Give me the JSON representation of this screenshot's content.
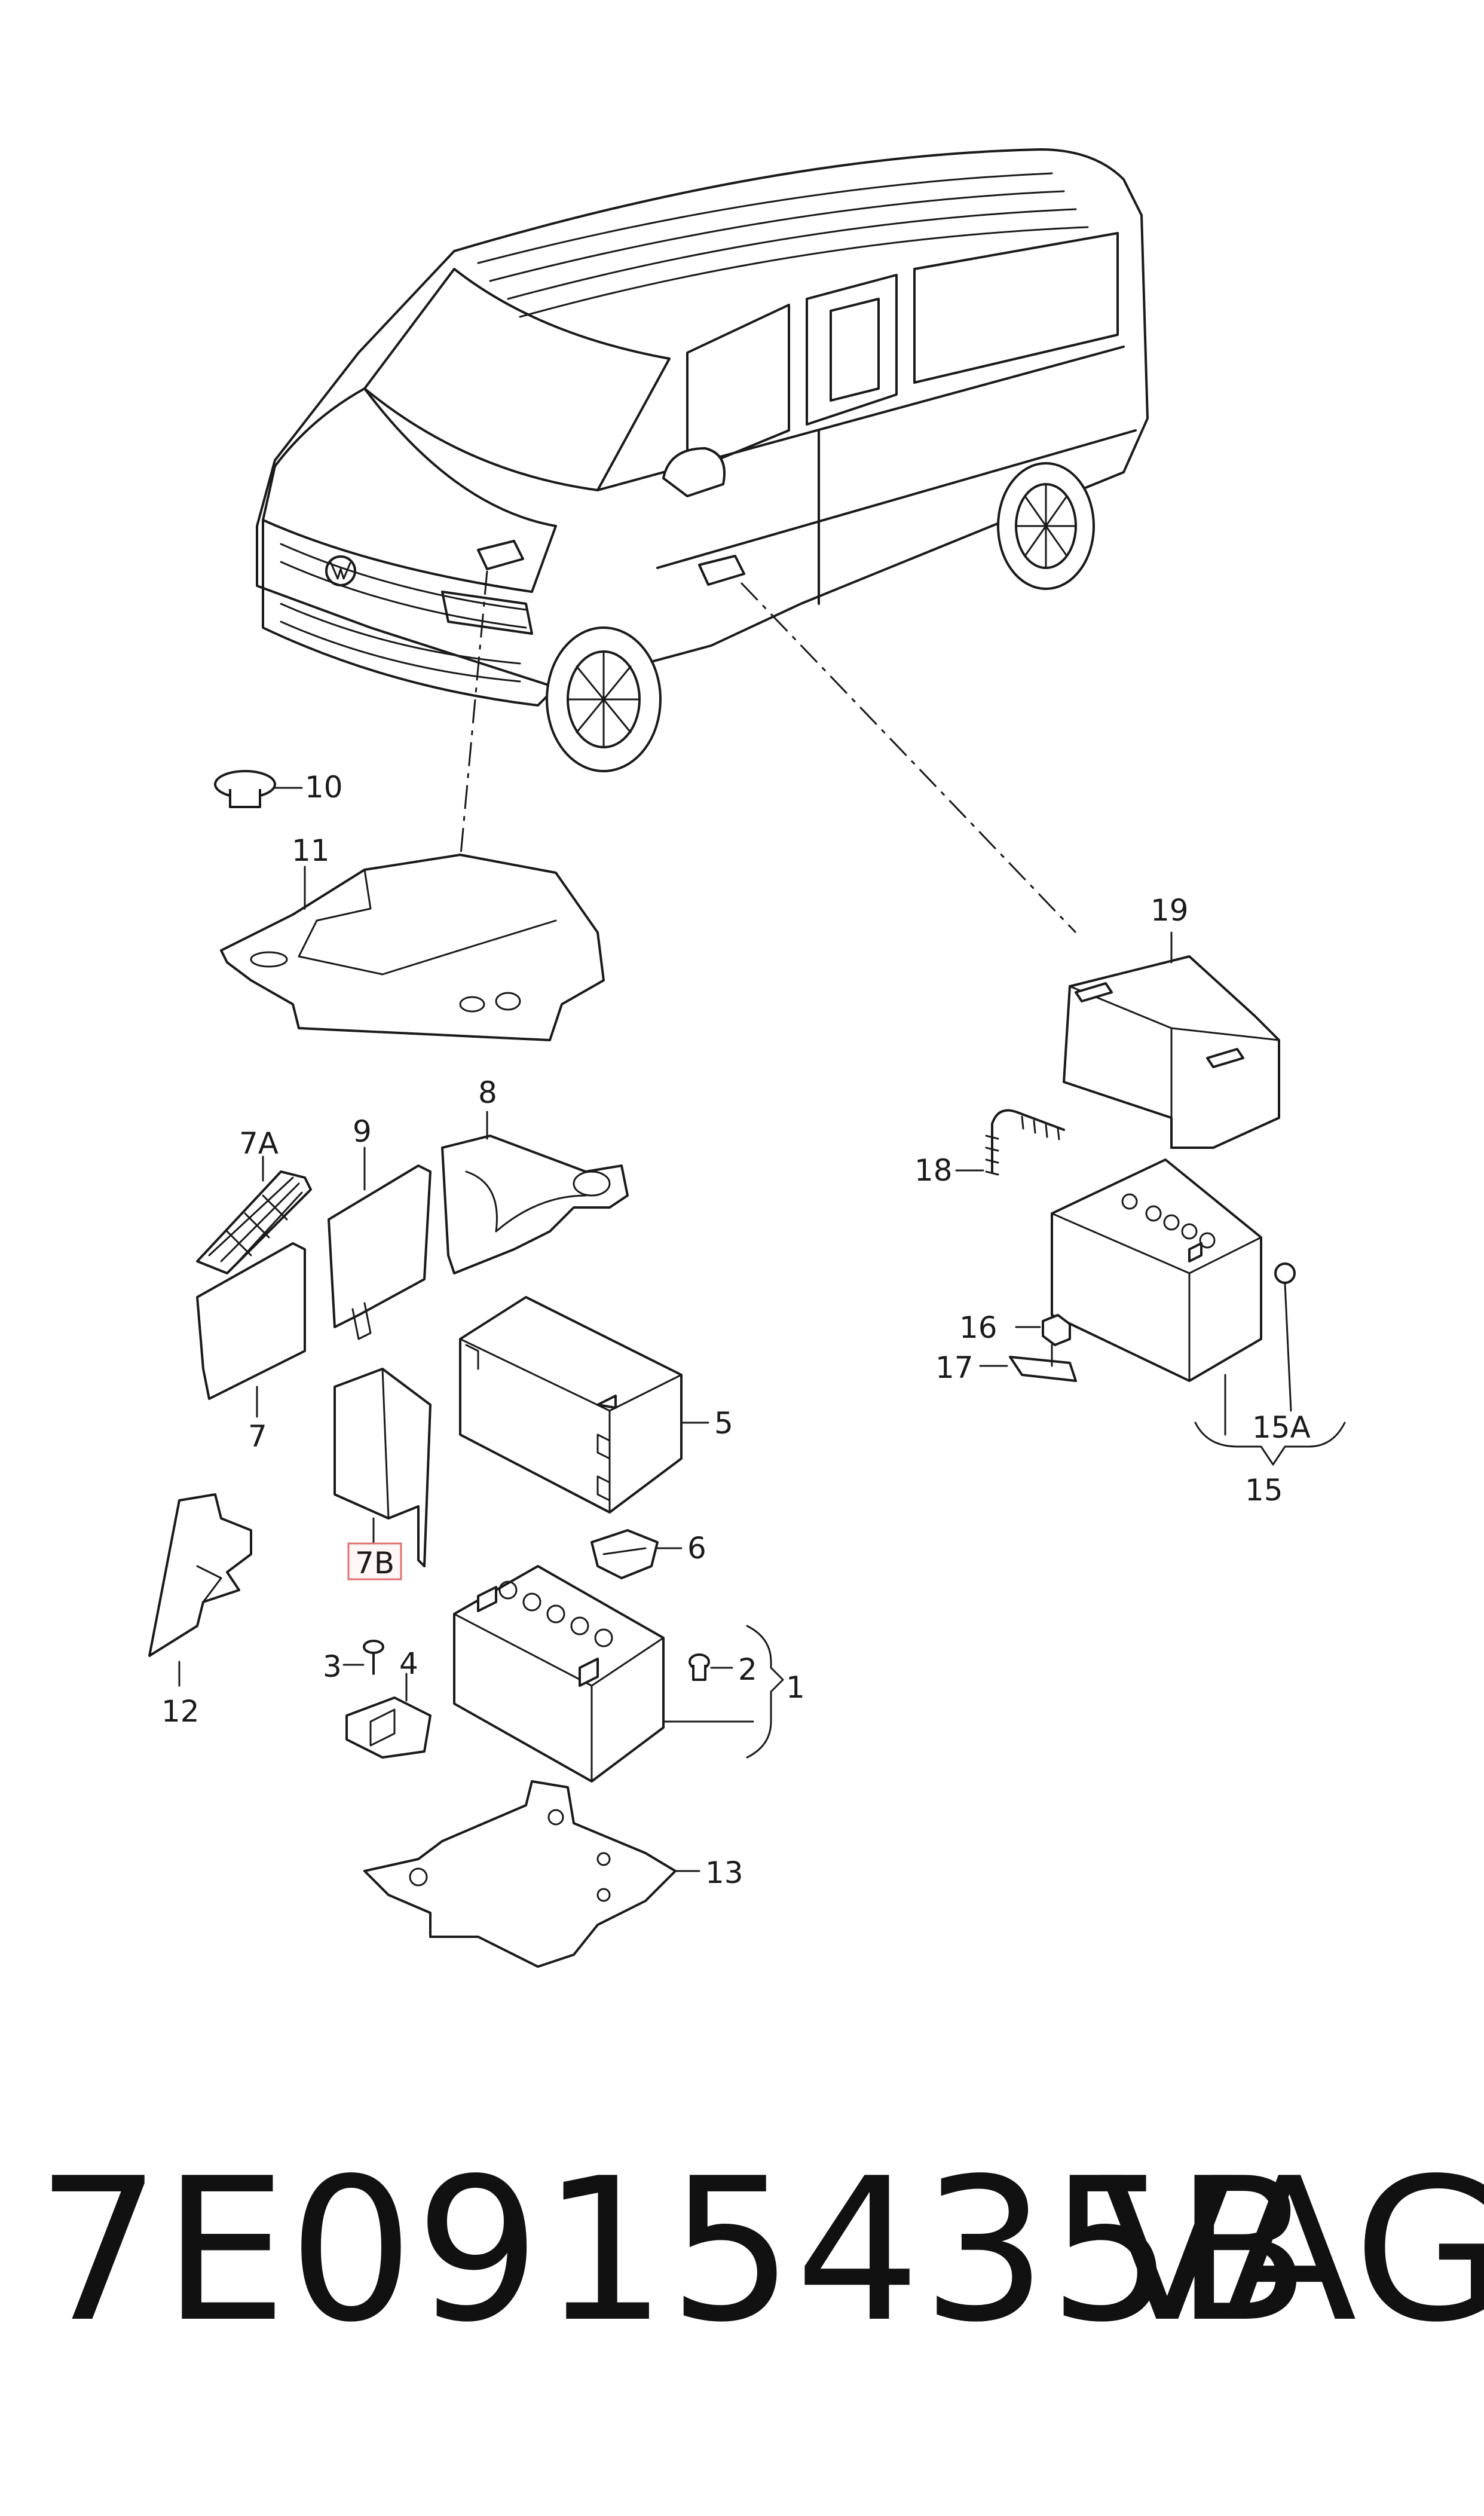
{
  "diagram": {
    "callouts": {
      "c1": "1",
      "c2": "2",
      "c3": "3",
      "c4": "4",
      "c5": "5",
      "c6": "6",
      "c7": "7",
      "c7a": "7A",
      "c7b": "7B",
      "c8": "8",
      "c9": "9",
      "c10": "10",
      "c11": "11",
      "c12": "12",
      "c13": "13",
      "c15": "15",
      "c15a": "15A",
      "c16": "16",
      "c17": "17",
      "c18": "18",
      "c19": "19"
    },
    "highlighted_callout": "7B",
    "highlight_color": "#e07070"
  },
  "footer": {
    "part_number": "7E0915435B",
    "brand": "VAG"
  }
}
